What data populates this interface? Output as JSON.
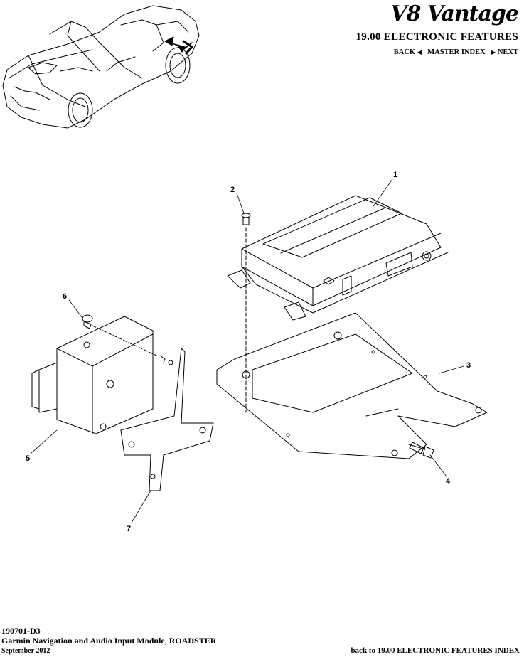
{
  "header": {
    "brand": "V8 Vantage",
    "section_title": "19.00 ELECTRONIC FEATURES",
    "nav": {
      "back": "BACK",
      "master_index": "MASTER INDEX",
      "next": "NEXT"
    }
  },
  "callouts": [
    "1",
    "2",
    "3",
    "4",
    "5",
    "6",
    "7"
  ],
  "footer": {
    "code": "190701-D3",
    "title": "Garmin Navigation and Audio Input Module, ROADSTER",
    "date": "September 2012",
    "back_link": "back to 19.00 ELECTRONIC FEATURES INDEX"
  }
}
